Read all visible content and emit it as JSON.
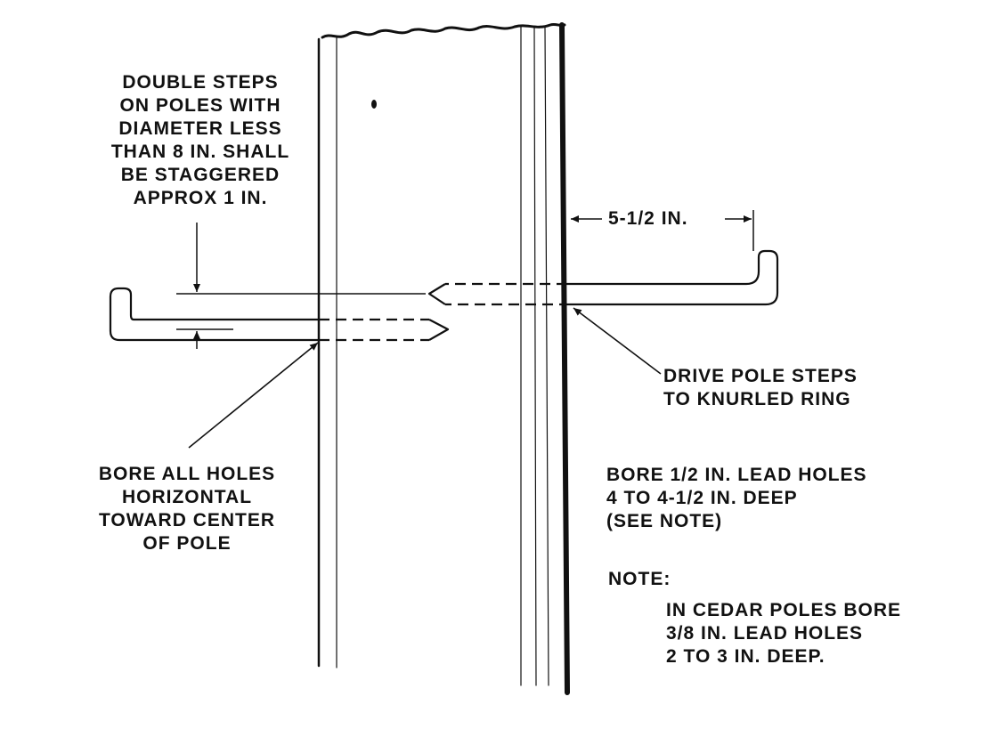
{
  "colors": {
    "ink": "#111111",
    "paper": "#ffffff"
  },
  "labels": {
    "double_steps": "DOUBLE STEPS\nON POLES WITH\nDIAMETER LESS\nTHAN 8 IN. SHALL\nBE STAGGERED\nAPPROX 1 IN.",
    "dimension": "5-1/2 IN.",
    "drive_steps": "DRIVE POLE STEPS\nTO KNURLED RING",
    "bore_holes": "BORE ALL HOLES\nHORIZONTAL\nTOWARD CENTER\nOF POLE",
    "bore_lead": "BORE 1/2 IN. LEAD HOLES\n4 TO 4-1/2 IN. DEEP\n(SEE NOTE)",
    "note_title": "NOTE:",
    "note_body": "IN CEDAR POLES BORE\n3/8 IN. LEAD HOLES\n2 TO 3 IN. DEEP."
  }
}
